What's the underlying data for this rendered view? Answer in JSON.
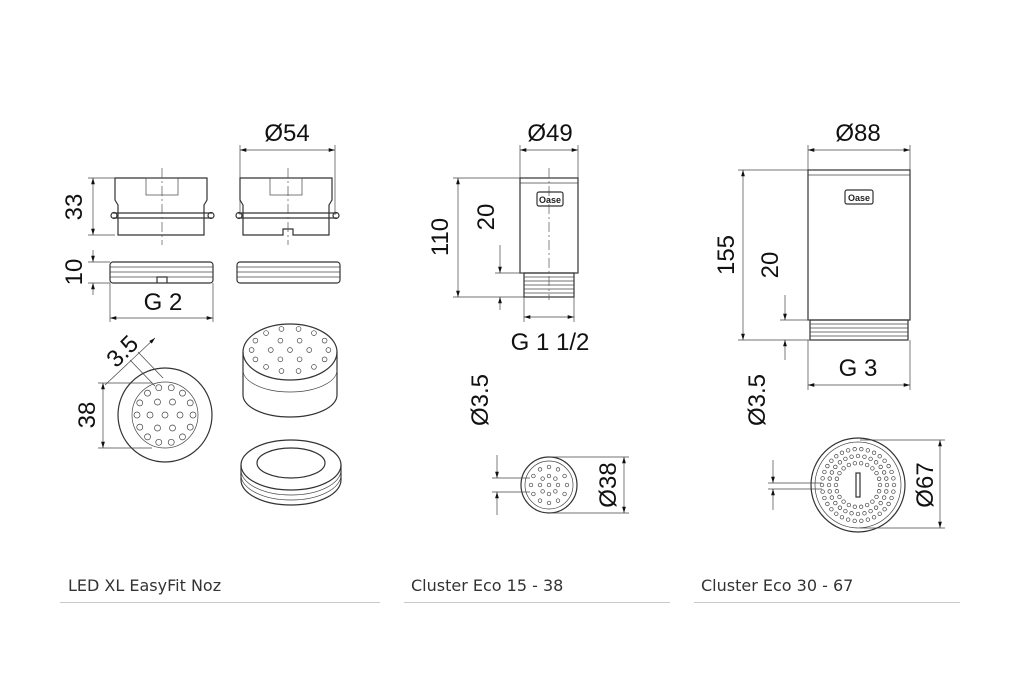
{
  "products": [
    {
      "caption": "LED XL EasyFit Noz",
      "dims": {
        "diameter": "Ø54",
        "height": "33",
        "thread_height": "10",
        "thread": "G 2",
        "hole": "3.5",
        "face": "38"
      }
    },
    {
      "caption": "Cluster Eco 15 - 38",
      "dims": {
        "diameter": "Ø49",
        "height": "110",
        "thread_height": "20",
        "thread": "G 1 1/2",
        "hole": "Ø3.5",
        "face": "Ø38"
      },
      "logo": "Oase"
    },
    {
      "caption": "Cluster Eco 30 - 67",
      "dims": {
        "diameter": "Ø88",
        "height": "155",
        "thread_height": "20",
        "thread": "G 3",
        "hole": "Ø3.5",
        "face": "Ø67"
      },
      "logo": "Oase"
    }
  ],
  "colors": {
    "line": "#333333",
    "rule": "#c8c8c8",
    "text": "#333333"
  }
}
